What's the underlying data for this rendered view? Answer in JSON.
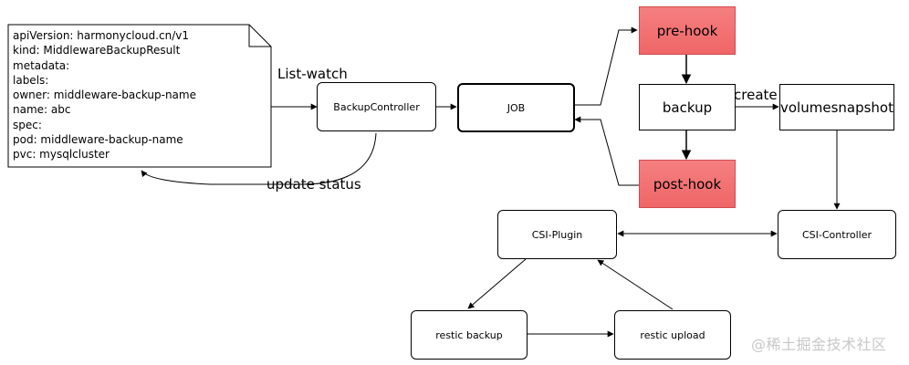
{
  "document": {
    "lines": [
      "apiVersion: harmonycloud.cn/v1",
      "kind: MiddlewareBackupResult",
      "metadata:",
      "labels:",
      "owner: middleware-backup-name",
      "name: abc",
      "spec:",
      "pod: middleware-backup-name",
      "pvc: mysqlcluster"
    ]
  },
  "labels": {
    "list_watch": "List-watch",
    "update_status": "update status",
    "create": "create"
  },
  "nodes": {
    "backup_controller": "BackupController",
    "job": "JOB",
    "pre_hook": "pre-hook",
    "backup": "backup",
    "post_hook": "post-hook",
    "volumesnapshot": "volumesnapshot",
    "csi_plugin": "CSI-Plugin",
    "csi_controller": "CSI-Controller",
    "restic_backup": "restic backup",
    "restic_upload": "restic upload"
  },
  "watermark": "@稀土掘金技术社区",
  "colors": {
    "hook_fill": "#f4787a",
    "hook_border": "#d14b4d",
    "line": "#000000",
    "watermark": "#c8c8c8"
  }
}
